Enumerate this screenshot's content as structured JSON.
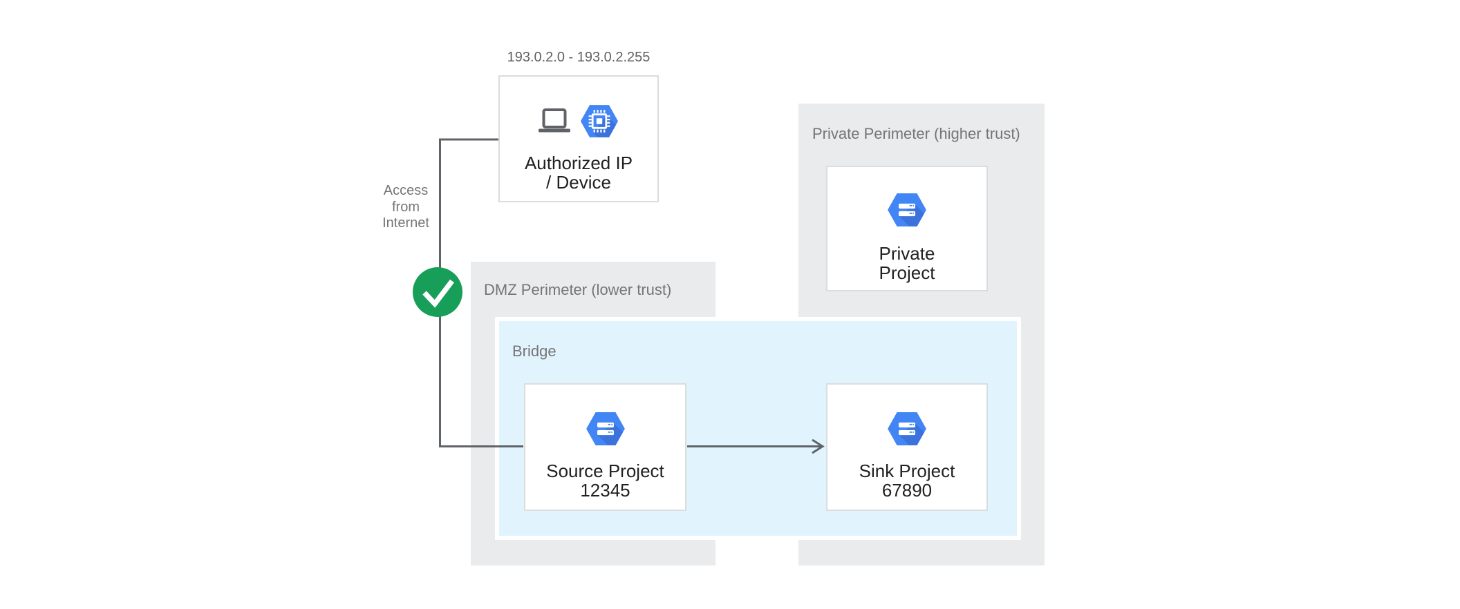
{
  "labels": {
    "ip_range": "193.0.2.0 - 193.0.2.255",
    "access_line1": "Access",
    "access_line2": "from",
    "access_line3": "Internet"
  },
  "containers": {
    "dmz": {
      "label": "DMZ Perimeter (lower trust)"
    },
    "bridge": {
      "label": "Bridge"
    },
    "private": {
      "label": "Private Perimeter (higher trust)"
    }
  },
  "nodes": {
    "authorized": {
      "line1": "Authorized IP",
      "line2": "/ Device"
    },
    "source": {
      "line1": "Source Project",
      "line2": "12345"
    },
    "sink": {
      "line1": "Sink Project",
      "line2": "67890"
    },
    "private": {
      "line1": "Private",
      "line2": "Project"
    }
  },
  "icons": {
    "laptop": "laptop-icon",
    "compute_engine": "compute-engine-hexagon-icon",
    "project": "project-hexagon-icon",
    "check": "check-icon",
    "arrow": "arrow-right-connector"
  },
  "colors": {
    "perimeter_fill": "#E9EBED",
    "bridge_fill": "#E1F4FD",
    "hexagon_blue": "#4285F4",
    "hexagon_shadow_blue": "#3B72DB",
    "check_green": "#179E58",
    "connector_gray": "#5F6368",
    "node_border": "#DBDCDE",
    "title_text": "#212121",
    "label_gray": "#757575",
    "ip_text_gray": "#616161"
  }
}
